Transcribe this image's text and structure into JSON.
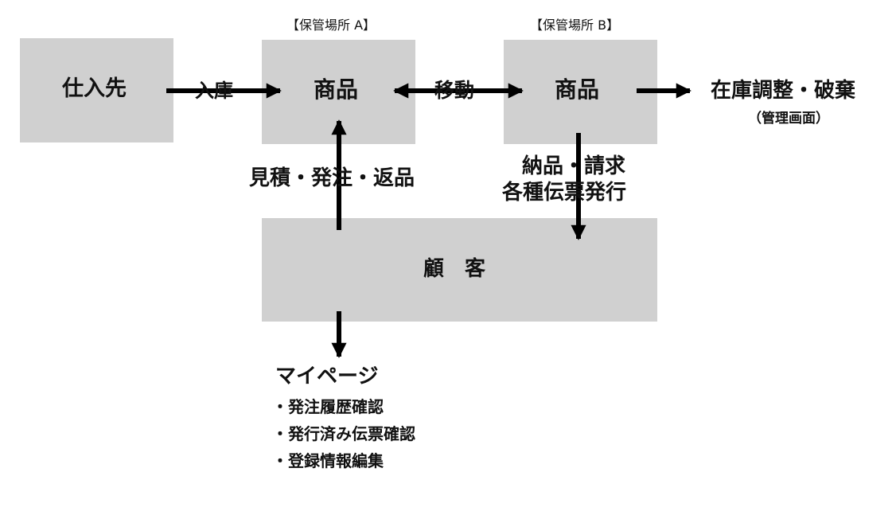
{
  "nodes": {
    "supplier": "仕入先",
    "product_a": "商品",
    "product_b": "商品",
    "customer": "顧　客"
  },
  "captions": {
    "storage_a": "【保管場所 A】",
    "storage_b": "【保管場所 B】"
  },
  "flow_labels": {
    "receiving": "入庫",
    "transfer": "移動",
    "customer_to_a": "見積・発注・返品",
    "b_to_customer_line1": "納品・請求",
    "b_to_customer_line2": "各種伝票発行",
    "adjustment": "在庫調整・破棄",
    "adjustment_note": "（管理画面）"
  },
  "mypage": {
    "title": "マイページ",
    "items": [
      "・発注履歴確認",
      "・発行済み伝票確認",
      "・登録情報編集"
    ]
  },
  "colors": {
    "box_fill": "#d0d0d0",
    "arrow": "#000000",
    "text": "#111111"
  }
}
